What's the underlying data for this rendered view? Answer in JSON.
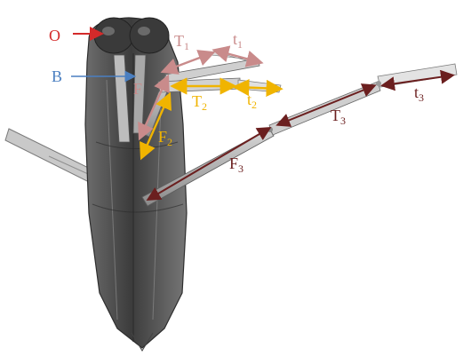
{
  "figure": {
    "labels": {
      "O": "O",
      "B": "B",
      "T1_main": "T",
      "T1_sub": "1",
      "t1_main": "t",
      "t1_sub": "1",
      "F1": "F",
      "T2_main": "T",
      "T2_sub": "2",
      "t2_main": "t",
      "t2_sub": "2",
      "F2_main": "F",
      "F2_sub": "2",
      "F3_main": "F",
      "F3_sub": "3",
      "T3_main": "T",
      "T3_sub": "3",
      "t3_main": "t",
      "t3_sub": "3"
    },
    "colors": {
      "eye_label": "#d42a2a",
      "body_label": "#4a7fc1",
      "leg1": "#c98b8b",
      "leg2": "#f0b400",
      "leg3": "#6b1f1f"
    }
  }
}
